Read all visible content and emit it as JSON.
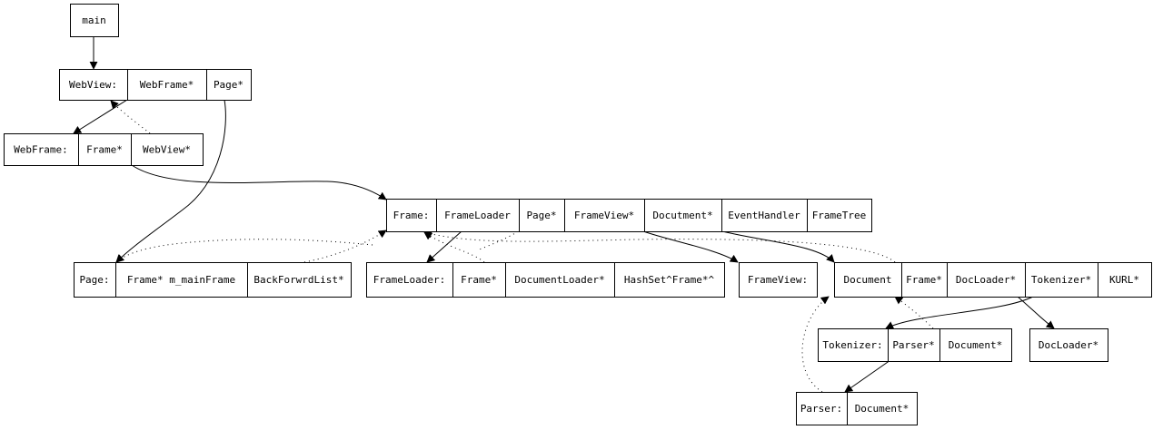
{
  "nodes": [
    {
      "id": "main",
      "fields": [
        "main"
      ]
    },
    {
      "id": "webview",
      "fields": [
        "WebView:",
        "WebFrame*",
        "Page*"
      ]
    },
    {
      "id": "webframe",
      "fields": [
        "WebFrame:",
        "Frame*",
        "WebView*"
      ]
    },
    {
      "id": "frame",
      "fields": [
        "Frame:",
        "FrameLoader",
        "Page*",
        "FrameView*",
        "Docutment*",
        "EventHandler",
        "FrameTree"
      ]
    },
    {
      "id": "page",
      "fields": [
        "Page:",
        "Frame* m_mainFrame",
        "BackForwrdList*"
      ]
    },
    {
      "id": "frameloader",
      "fields": [
        "FrameLoader:",
        "Frame*",
        "DocumentLoader*",
        "HashSet^Frame*^"
      ]
    },
    {
      "id": "frameview",
      "fields": [
        "FrameView:"
      ]
    },
    {
      "id": "document",
      "fields": [
        "Document",
        "Frame*",
        "DocLoader*",
        "Tokenizer*",
        "KURL*"
      ]
    },
    {
      "id": "tokenizer",
      "fields": [
        "Tokenizer:",
        "Parser*",
        "Document*"
      ]
    },
    {
      "id": "docloader",
      "fields": [
        "DocLoader*"
      ]
    },
    {
      "id": "parser",
      "fields": [
        "Parser:",
        "Document*"
      ]
    }
  ],
  "edges": [
    {
      "from": "main.0",
      "to": "webview",
      "style": "solid"
    },
    {
      "from": "webview.1",
      "to": "webframe",
      "style": "solid"
    },
    {
      "from": "webview.2",
      "to": "page",
      "style": "solid"
    },
    {
      "from": "webframe.2",
      "to": "webview",
      "style": "dotted"
    },
    {
      "from": "webframe.1",
      "to": "frame",
      "style": "solid"
    },
    {
      "from": "frame.1",
      "to": "frameloader",
      "style": "solid"
    },
    {
      "from": "frame.2",
      "to": "page",
      "style": "dotted"
    },
    {
      "from": "frame.3",
      "to": "frameview",
      "style": "solid"
    },
    {
      "from": "frame.4",
      "to": "document",
      "style": "solid"
    },
    {
      "from": "page.1",
      "to": "frame",
      "style": "dotted"
    },
    {
      "from": "frameloader.1",
      "to": "frame",
      "style": "dotted"
    },
    {
      "from": "document.1",
      "to": "frame",
      "style": "dotted"
    },
    {
      "from": "document.3",
      "to": "tokenizer",
      "style": "solid"
    },
    {
      "from": "document.2",
      "to": "docloader",
      "style": "solid"
    },
    {
      "from": "tokenizer.2",
      "to": "document",
      "style": "dotted"
    },
    {
      "from": "tokenizer.1",
      "to": "parser",
      "style": "solid"
    },
    {
      "from": "parser.1",
      "to": "document",
      "style": "dotted"
    }
  ]
}
